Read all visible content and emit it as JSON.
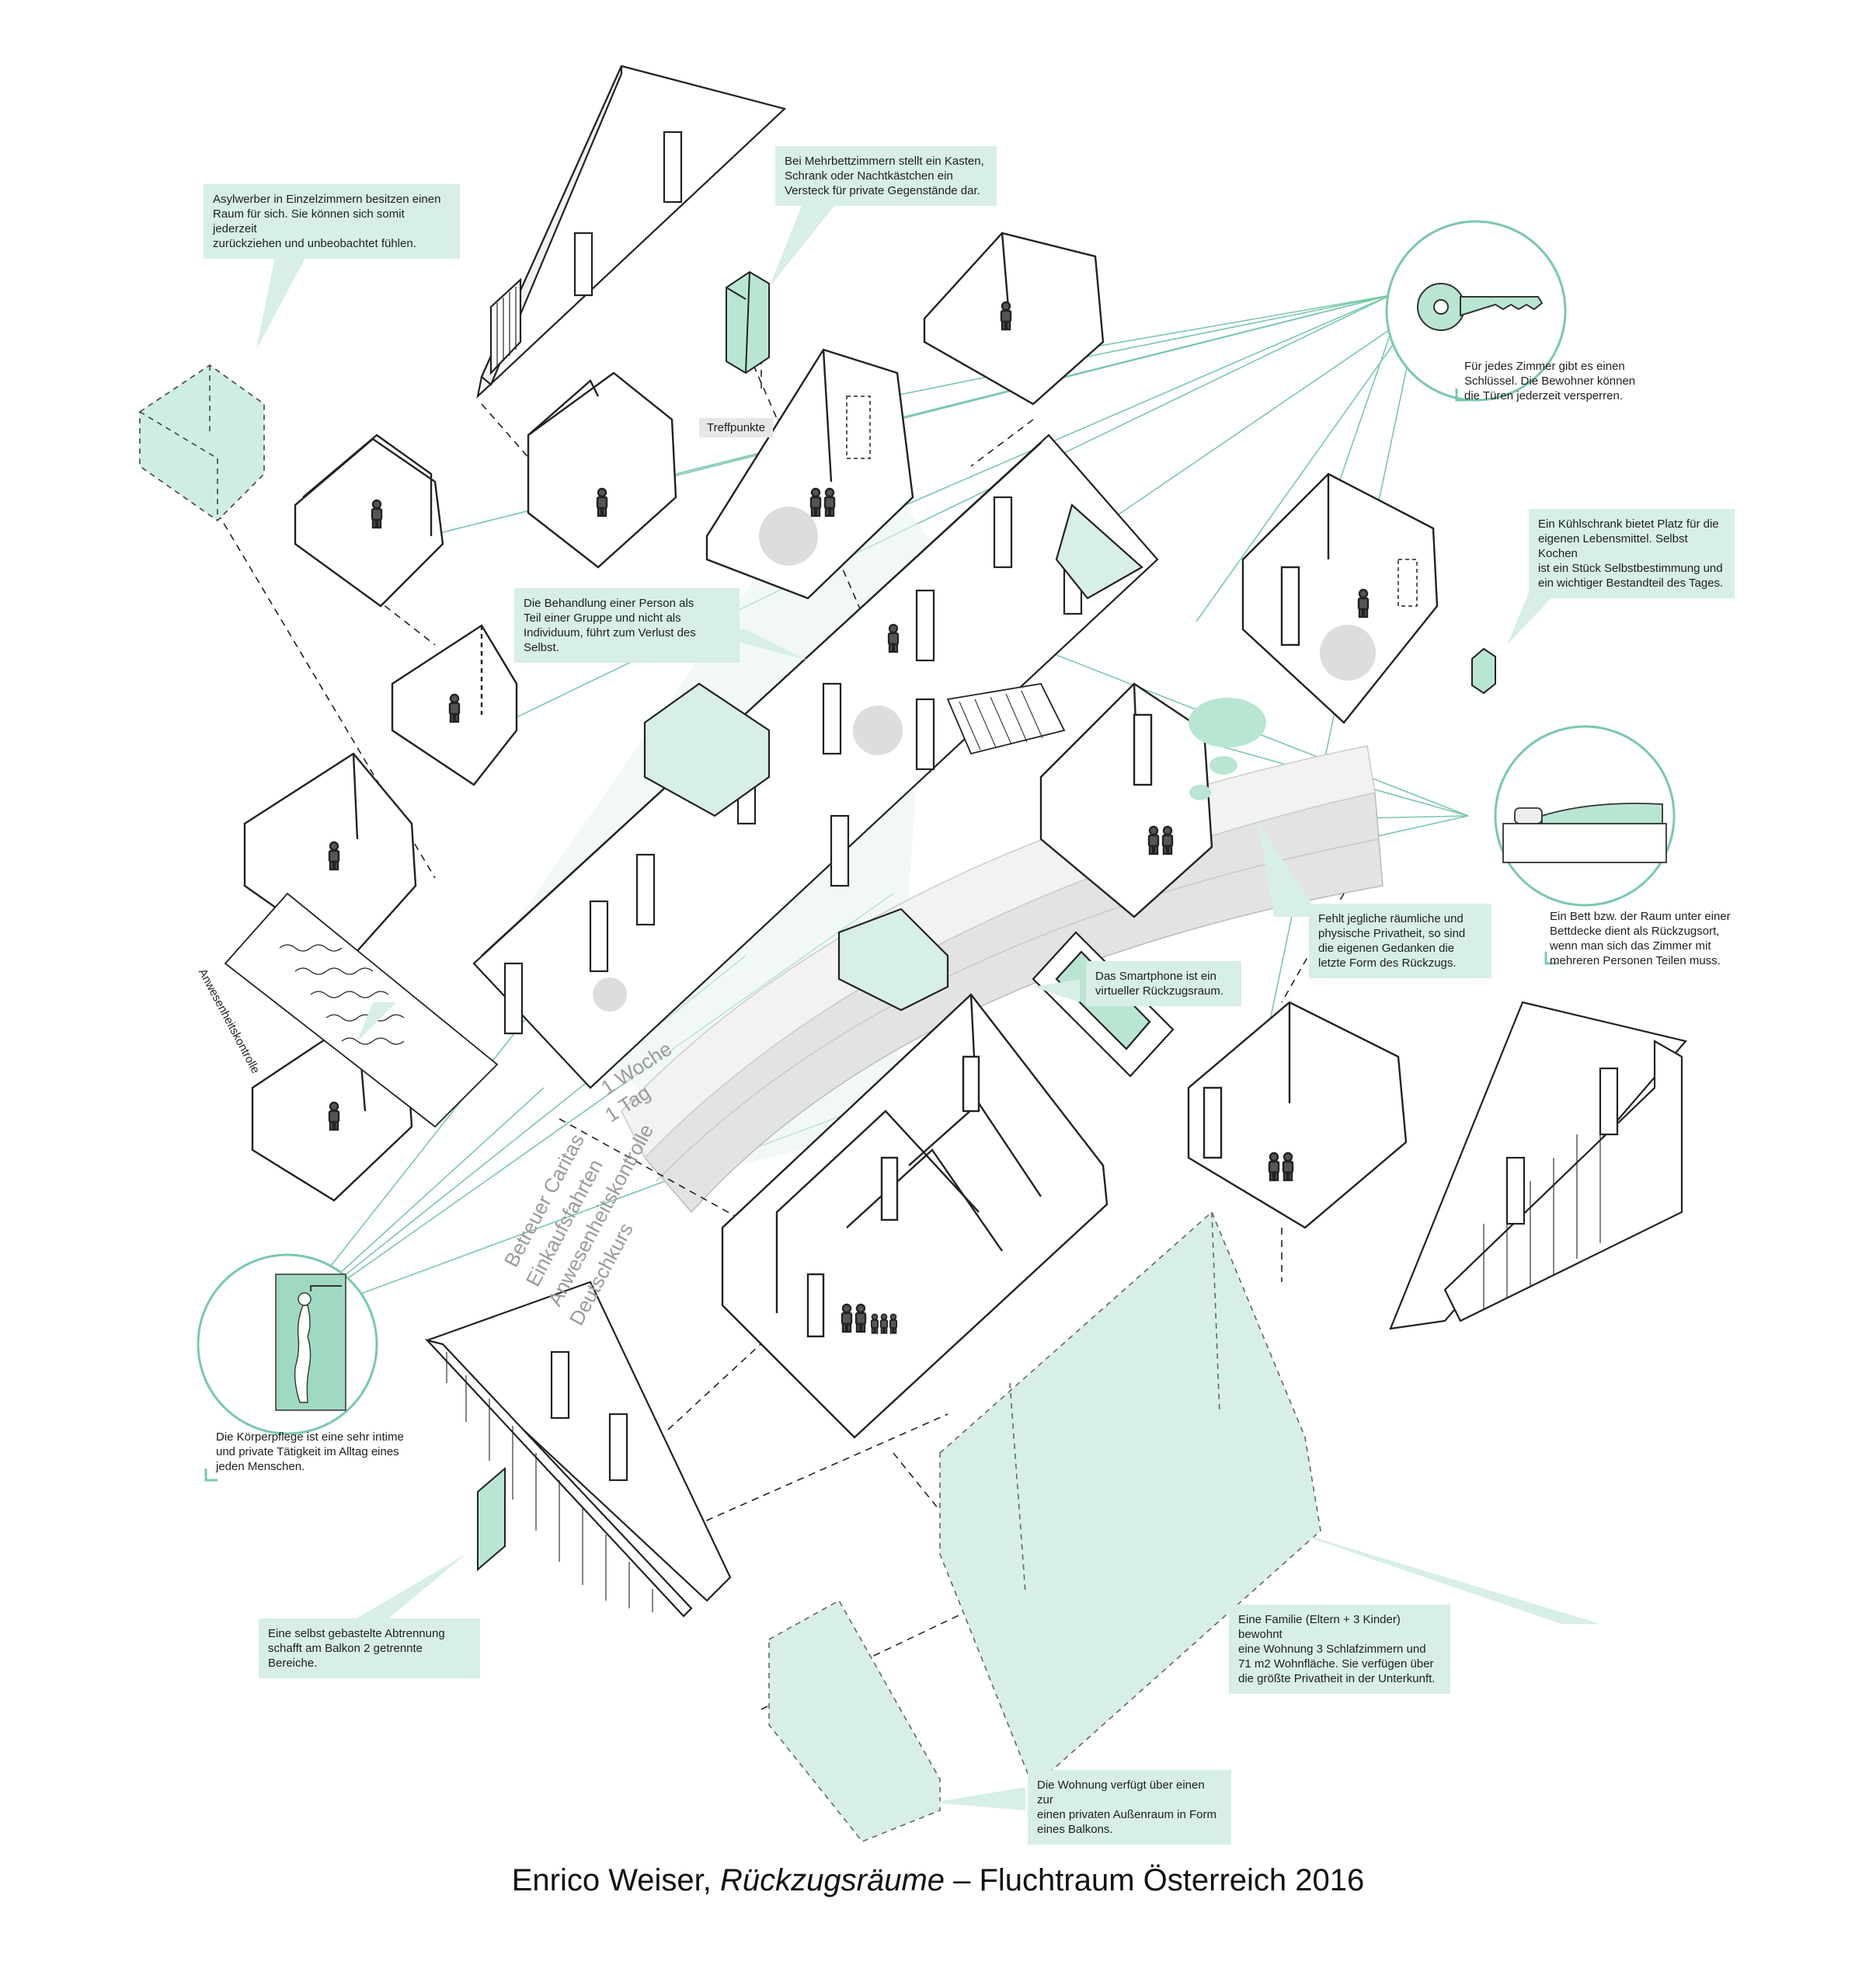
{
  "colors": {
    "accent": "#79c9a8",
    "accent_light": "#d7efe6",
    "line": "#1e1e1e",
    "gray": "#d9d9d9"
  },
  "callouts": {
    "einzelzimmer": "Asylwerber in Einzelzimmern besitzen einen\nRaum für sich. Sie können sich somit jederzeit\nzurückziehen und  unbeobachtet fühlen.",
    "mehrbett": "Bei Mehrbettzimmern stellt ein Kasten,\nSchrank oder Nachtkästchen ein\nVersteck für private Gegenstände dar.",
    "schluessel": "Für jedes Zimmer gibt es einen\nSchlüssel. Die Bewohner können\ndie Türen jederzeit versperren.",
    "kuehlschrank": "Ein Kühlschrank bietet Platz für die\neigenen Lebensmittel. Selbst Kochen\nist ein Stück Selbstbestimmung und\nein wichtiger Bestandteil des Tages.",
    "behandlung": "Die Behandlung einer Person als\nTeil einer Gruppe und nicht als\nIndividuum, führt zum Verlust des Selbst.",
    "bett": "Ein Bett bzw. der Raum unter einer\nBettdecke dient als Rückzugsort,\nwenn man sich das Zimmer mit\nmehreren Personen Teilen muss.",
    "privatheit": "Fehlt jegliche räumliche und\nphysische Privatheit, so sind\ndie eigenen Gedanken die\nletzte Form des Rückzugs.",
    "smartphone": "Das Smartphone ist ein\nvirtueller Rückzugsraum.",
    "koerperpflege": "Die Körperpflege ist eine sehr intime\nund private Tätigkeit im Alltag eines\njeden Menschen.",
    "abtrennung": "Eine selbst gebastelte Abtrennung\nschafft am Balkon 2 getrennte Bereiche.",
    "familie": "Eine Familie (Eltern + 3 Kinder) bewohnt\neine Wohnung 3 Schlafzimmern und\n71 m2 Wohnfläche. Sie verfügen über\ndie größte Privatheit in der Unterkunft.",
    "balkon": "Die Wohnung verfügt über einen zur\neinen privaten Außenraum in Form\neines Balkons."
  },
  "labels": {
    "treffpunkte": "Treffpunkte",
    "anwesenheit": "Anwesenheitskontrolle",
    "woche": "1 Woche",
    "tag": "1 Tag",
    "schedule": [
      "Betreuer Caritas",
      "Einkaufsfahrten",
      "Anwesenheitskontrolle",
      "Deutschkurs"
    ]
  },
  "caption": {
    "author": "Enrico Weiser, ",
    "title": "Rückzugsräume",
    "rest": " –  Fluchtraum Österreich 2016"
  }
}
